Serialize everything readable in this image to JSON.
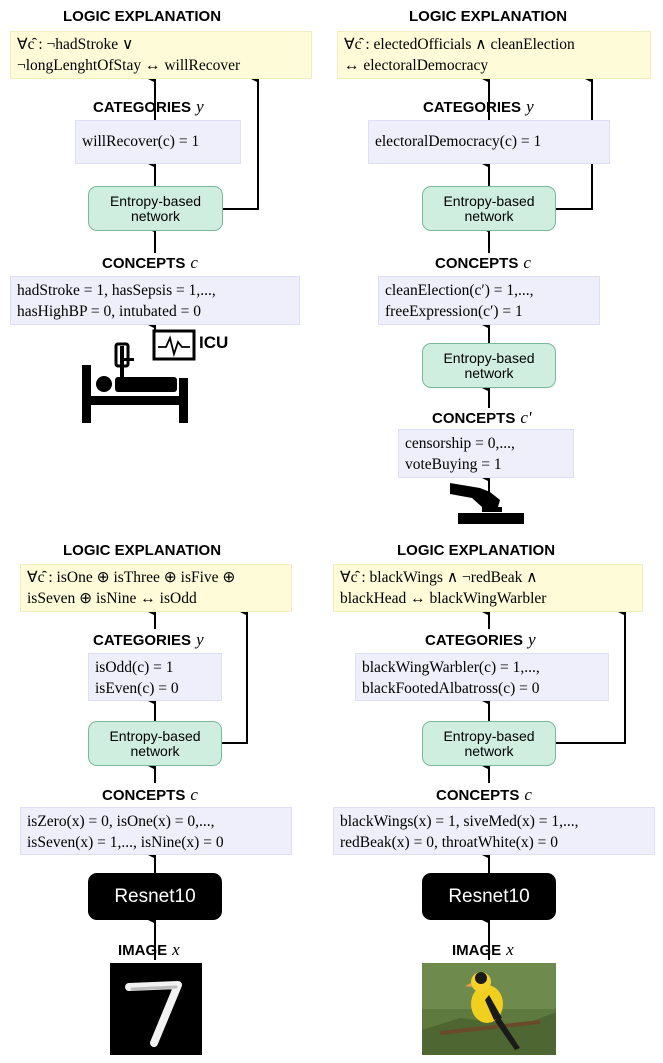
{
  "headings": {
    "logic": "LOGIC EXPLANATION",
    "categories": "CATEGORIES",
    "concepts": "CONCEPTS",
    "image": "IMAGE",
    "sym_y": "y",
    "sym_c": "c",
    "sym_c_prime": "c'",
    "sym_x": "x"
  },
  "network_label_line1": "Entropy-based",
  "network_label_line2": "network",
  "resnet_label": "Resnet10",
  "panels": {
    "icu": {
      "explanation_line1": "∀c̑ : ¬hadStroke ∨",
      "explanation_line2": "¬longLenghtOfStay ↔ willRecover",
      "categories_line1": "willRecover(c) = 1",
      "concepts_line1": "hadStroke = 1,  hasSepsis = 1,...,",
      "concepts_line2": "hasHighBP = 0, intubated = 0",
      "icon_label": "ICU"
    },
    "vdem": {
      "explanation_line1": "∀c̑ : electedOfficials ∧ cleanElection",
      "explanation_line2": "↔ electoralDemocracy",
      "categories_line1": "electoralDemocracy(c) = 1",
      "concepts_line1": "cleanElection(c′) = 1,...,",
      "concepts_line2": "freeExpression(c′) = 1",
      "base_concepts_line1": "censorship = 0,...,",
      "base_concepts_line2": "voteBuying = 1"
    },
    "mnist": {
      "explanation_line1": "∀c̑ : isOne ⊕ isThree ⊕ isFive ⊕",
      "explanation_line2": "isSeven ⊕ isNine ↔ isOdd",
      "categories_line1": "isOdd(c) = 1",
      "categories_line2": "isEven(c) = 0",
      "concepts_line1": "isZero(x) = 0, isOne(x) = 0,...,",
      "concepts_line2": "isSeven(x) = 1,..., isNine(x) = 0",
      "digit": "7"
    },
    "cub": {
      "explanation_line1": "∀c̑ : blackWings ∧ ¬redBeak ∧",
      "explanation_line2": "blackHead ↔ blackWingWarbler",
      "categories_line1": "blackWingWarbler(c) = 1,...,",
      "categories_line2": "blackFootedAlbatross(c) = 0",
      "concepts_line1": "blackWings(x) = 1, siveMed(x) = 1,...,",
      "concepts_line2": "redBeak(x) = 0, throatWhite(x) = 0"
    }
  },
  "colors": {
    "explanation_bg": "#fdfbd8",
    "box_bg": "#efeffb",
    "network_bg": "#cfeee0",
    "network_border": "#7ab89c",
    "resnet_bg": "#000000"
  }
}
